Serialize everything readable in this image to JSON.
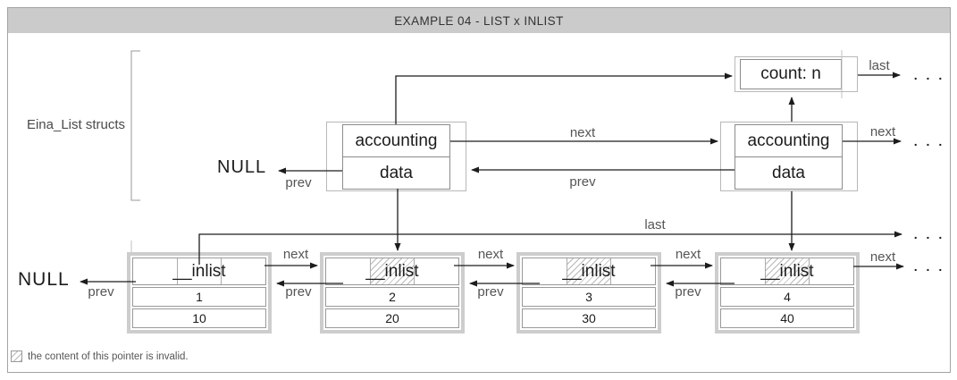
{
  "title": "EXAMPLE 04 - LIST x INLIST",
  "strings": {
    "next": "next",
    "prev": "prev",
    "last": "last",
    "null": "NULL",
    "ellipsis": ". . ."
  },
  "colors": {
    "title_bar_bg": "#cbcbcb",
    "frame_border": "#a3a3a3",
    "struct_outer_border": "#b8b8b8",
    "struct_inner_border": "#8c8c8c",
    "node_frame": "#cdcdcd",
    "arrow": "#1c1c1c",
    "label_text": "#555555",
    "hatch_line": "#b8b8b8"
  },
  "eina_list": {
    "group_label": "Eina_List structs",
    "count_box": {
      "label": "count: n"
    },
    "structs": [
      {
        "row1": "accounting",
        "row2": "data"
      },
      {
        "row1": "accounting",
        "row2": "data"
      }
    ]
  },
  "inlist": {
    "nodes": [
      {
        "header": "__inlist",
        "pointer_invalid": false,
        "values": [
          "1",
          "10"
        ]
      },
      {
        "header": "__inlist",
        "pointer_invalid": true,
        "values": [
          "2",
          "20"
        ]
      },
      {
        "header": "__inlist",
        "pointer_invalid": true,
        "values": [
          "3",
          "30"
        ]
      },
      {
        "header": "__inlist",
        "pointer_invalid": true,
        "values": [
          "4",
          "40"
        ]
      }
    ]
  },
  "legend": {
    "swatch": "hatched-square",
    "text": "the content of this pointer is invalid."
  }
}
